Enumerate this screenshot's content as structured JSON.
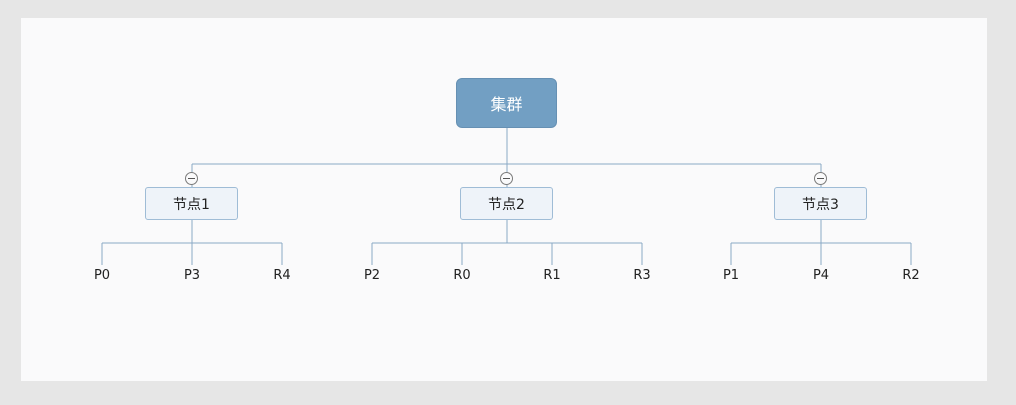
{
  "root": {
    "label": "集群"
  },
  "nodes": [
    {
      "label": "节点1",
      "leaves": [
        "P0",
        "P3",
        "R4"
      ]
    },
    {
      "label": "节点2",
      "leaves": [
        "P2",
        "R0",
        "R1",
        "R3"
      ]
    },
    {
      "label": "节点3",
      "leaves": [
        "P1",
        "P4",
        "R2"
      ]
    }
  ],
  "colors": {
    "root_fill": "#729fc3",
    "node_fill": "#eef3f9",
    "node_border": "#9fbcd6",
    "connector": "#8aa9c6"
  },
  "icons": {
    "collapse_toggle": "collapse-minus-icon"
  }
}
